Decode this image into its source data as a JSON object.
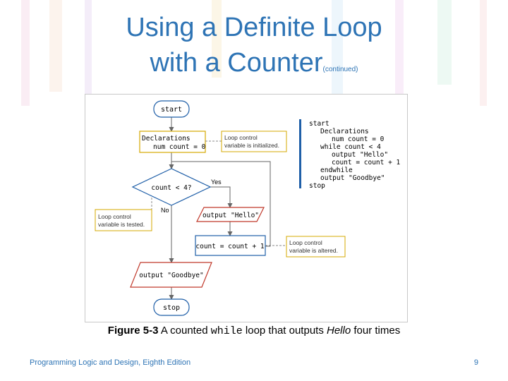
{
  "slide": {
    "title_line1": "Using a Definite Loop",
    "title_line2": "with a Counter",
    "title_suffix": "(continued)",
    "footer_left": "Programming Logic and Design, Eighth Edition",
    "page_number": "9"
  },
  "caption": {
    "figure_number": "Figure 5-3",
    "text_before": "A counted",
    "code": "while",
    "text_middle": "loop that outputs",
    "italic": "Hello",
    "text_after": "four times"
  },
  "flowchart": {
    "start": "start",
    "declarations_line1": "Declarations",
    "declarations_line2": "num count = 0",
    "decision": "count < 4?",
    "yes": "Yes",
    "no": "No",
    "output_hello": "output \"Hello\"",
    "increment": "count = count + 1",
    "output_goodbye": "output \"Goodbye\"",
    "stop": "stop"
  },
  "notes": {
    "initialized_line1": "Loop control",
    "initialized_line2": "variable is initialized.",
    "tested_line1": "Loop control",
    "tested_line2": "variable is tested.",
    "altered_line1": "Loop control",
    "altered_line2": "variable is altered."
  },
  "pseudocode": [
    "start",
    "Declarations",
    "num count = 0",
    "while count < 4",
    "output \"Hello\"",
    "count = count + 1",
    "endwhile",
    "output \"Goodbye\"",
    "stop"
  ],
  "colors": {
    "terminal_border": "#1f5fa8",
    "process_border": "#1f5fa8",
    "io_border": "#c0392b",
    "decision_border": "#1f5fa8",
    "note_border": "#d4a800",
    "pseudocode_bar": "#1f5fa8",
    "title": "#2e74b5"
  }
}
